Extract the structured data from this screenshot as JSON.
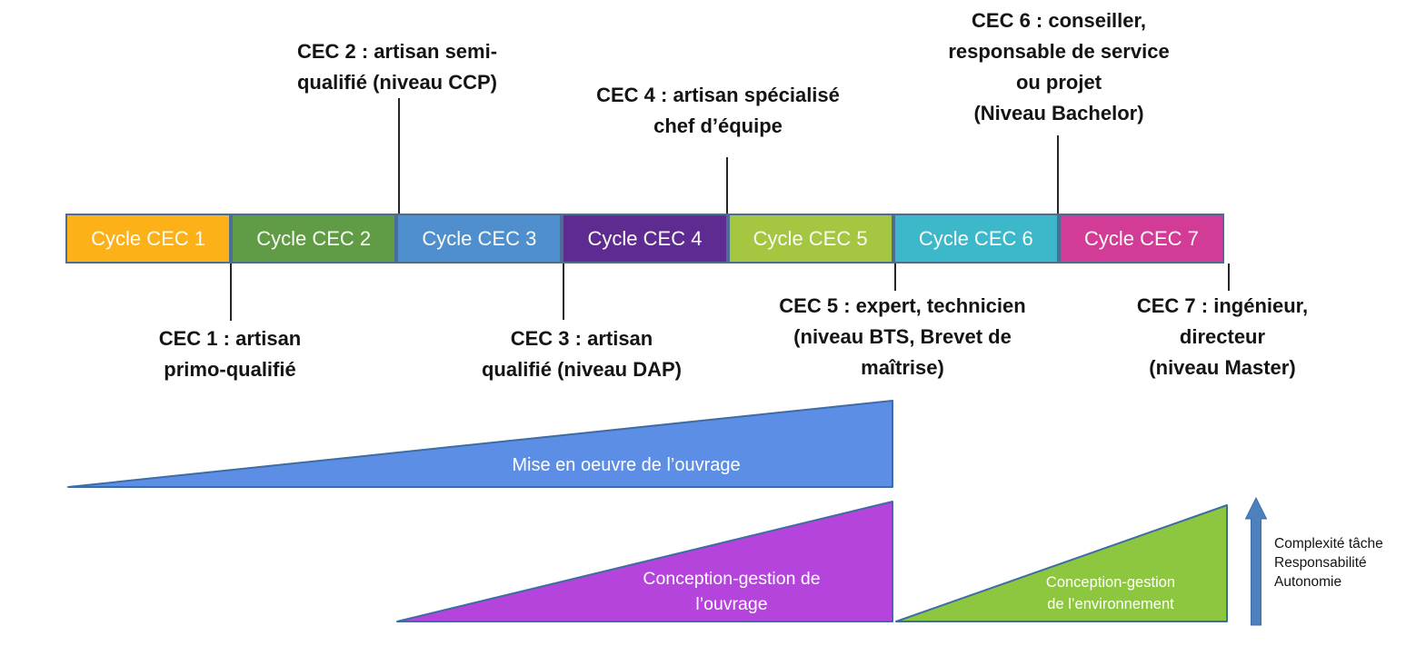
{
  "bar": {
    "border_color": "#4C6E96",
    "segments": [
      {
        "label": "Cycle CEC 1",
        "color": "#FBB117"
      },
      {
        "label": "Cycle CEC 2",
        "color": "#5F9C45"
      },
      {
        "label": "Cycle CEC 3",
        "color": "#4F8FCE"
      },
      {
        "label": "Cycle CEC 4",
        "color": "#5E2C90"
      },
      {
        "label": "Cycle CEC 5",
        "color": "#A4C640"
      },
      {
        "label": "Cycle CEC 6",
        "color": "#3DB7CA"
      },
      {
        "label": "Cycle CEC 7",
        "color": "#D23C97"
      }
    ]
  },
  "callouts": {
    "cec2": {
      "lines": [
        "CEC 2 : artisan semi-",
        "qualifié (niveau CCP)"
      ]
    },
    "cec4": {
      "lines": [
        "CEC 4 : artisan spécialisé",
        "chef d’équipe"
      ]
    },
    "cec6": {
      "lines": [
        "CEC 6 : conseiller,",
        "responsable de service",
        "ou projet",
        "(Niveau Bachelor)"
      ]
    },
    "cec1": {
      "lines": [
        "CEC 1 : artisan",
        "primo-qualifié"
      ]
    },
    "cec3": {
      "lines": [
        "CEC 3 : artisan",
        "qualifié (niveau DAP)"
      ]
    },
    "cec5": {
      "lines": [
        "CEC 5 : expert, technicien",
        "(niveau BTS, Brevet de",
        "maîtrise)"
      ]
    },
    "cec7": {
      "lines": [
        "CEC 7 : ingénieur,",
        "directeur",
        "(niveau Master)"
      ]
    }
  },
  "triangles": [
    {
      "name": "mise-en-oeuvre-de-l-ouvrage",
      "color": "#5C8EE6",
      "label_lines": [
        "Mise en oeuvre de l’ouvrage"
      ]
    },
    {
      "name": "conception-gestion-de-l-ouvrage",
      "color": "#B444DB",
      "label_lines": [
        "Conception-gestion de",
        "l’ouvrage"
      ]
    },
    {
      "name": "conception-gestion-de-l-environnement",
      "color": "#8DC63F",
      "label_lines": [
        "Conception-gestion",
        "de l’environnement"
      ]
    }
  ],
  "axis_arrow": {
    "color": "#4D80BD",
    "labels": [
      "Complexité tâche",
      "Responsabilité",
      "Autonomie"
    ]
  }
}
